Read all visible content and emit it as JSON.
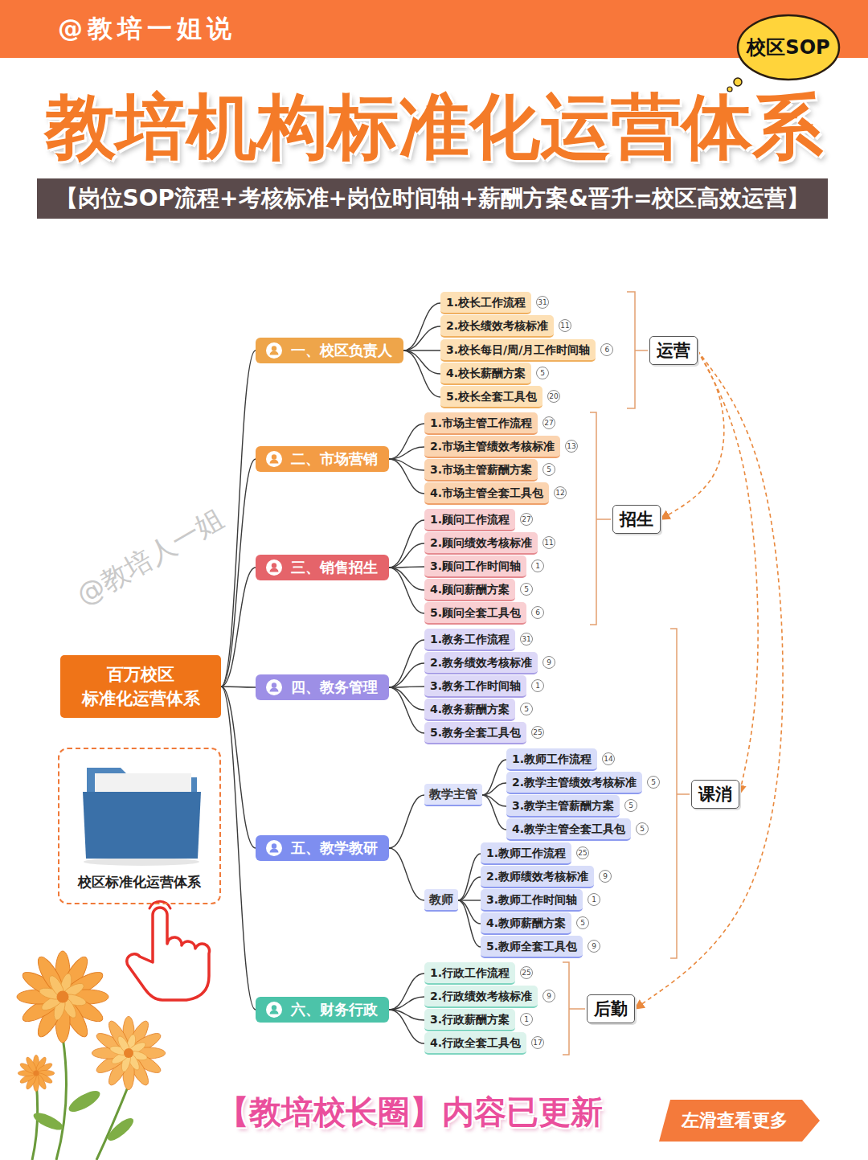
{
  "diagram": {
    "title": "教培机构标准化运营体系",
    "caption": "【教培校长圈】内容已更新",
    "nodes": [
      {
        "text": [
          "@教培一姐说"
        ]
      },
      {
        "text": [
          "校区SOP"
        ]
      },
      {
        "text": [
          "【岗位SOP流程+考核标准+岗位时间轴+薪酬方案&晋升=校区高效运营】"
        ]
      },
      {
        "text": [
          "百万校区 标准化运营体系"
        ]
      },
      {
        "text": [
          "一、校区负责人"
        ]
      },
      {
        "text": [
          "1.校长工作流程",
          "31"
        ]
      },
      {
        "text": [
          "2.校长绩效考核标准",
          "11"
        ]
      },
      {
        "text": [
          "3.校长每日/周/月工作时间轴",
          "6"
        ]
      },
      {
        "text": [
          "4.校长薪酬方案",
          "5"
        ]
      },
      {
        "text": [
          "5.校长全套工具包",
          "20"
        ]
      },
      {
        "text": [
          "二、市场营销"
        ]
      },
      {
        "text": [
          "1.市场主管工作流程",
          "27"
        ]
      },
      {
        "text": [
          "2.市场主管绩效考核标准",
          "13"
        ]
      },
      {
        "text": [
          "3.市场主管薪酬方案",
          "5"
        ]
      },
      {
        "text": [
          "4.市场主管全套工具包",
          "12"
        ]
      },
      {
        "text": [
          "三、销售招生"
        ]
      },
      {
        "text": [
          "1.顾问工作流程",
          "27"
        ]
      },
      {
        "text": [
          "2.顾问绩效考核标准",
          "11"
        ]
      },
      {
        "text": [
          "3.顾问工作时间轴",
          "1"
        ]
      },
      {
        "text": [
          "4.顾问薪酬方案",
          "5"
        ]
      },
      {
        "text": [
          "5.顾问全套工具包",
          "6"
        ]
      },
      {
        "text": [
          "四、教务管理"
        ]
      },
      {
        "text": [
          "1.教务工作流程",
          "31"
        ]
      },
      {
        "text": [
          "2.教务绩效考核标准",
          "9"
        ]
      },
      {
        "text": [
          "3.教务工作时间轴",
          "1"
        ]
      },
      {
        "text": [
          "4.教务薪酬方案",
          "5"
        ]
      },
      {
        "text": [
          "5.教务全套工具包",
          "25"
        ]
      },
      {
        "text": [
          "五、教学教研"
        ]
      },
      {
        "text": [
          "教学主管"
        ]
      },
      {
        "text": [
          "1.教师工作流程",
          "14"
        ]
      },
      {
        "text": [
          "2.教学主管绩效考核标准",
          "5"
        ]
      },
      {
        "text": [
          "3.教学主管薪酬方案",
          "5"
        ]
      },
      {
        "text": [
          "4.教学主管全套工具包",
          "5"
        ]
      },
      {
        "text": [
          "教师"
        ]
      },
      {
        "text": [
          "1.教师工作流程",
          "25"
        ]
      },
      {
        "text": [
          "2.教师绩效考核标准",
          "9"
        ]
      },
      {
        "text": [
          "3.教师工作时间轴",
          "1"
        ]
      },
      {
        "text": [
          "4.教师薪酬方案",
          "5"
        ]
      },
      {
        "text": [
          "5.教师全套工具包",
          "9"
        ]
      },
      {
        "text": [
          "六、财务行政"
        ]
      },
      {
        "text": [
          "1.行政工作流程",
          "25"
        ]
      },
      {
        "text": [
          "2.行政绩效考核标准",
          "9"
        ]
      },
      {
        "text": [
          "3.行政薪酬方案",
          "1"
        ]
      },
      {
        "text": [
          "4.行政全套工具包",
          "17"
        ]
      },
      {
        "text": [
          "运营"
        ]
      },
      {
        "text": [
          "招生"
        ]
      },
      {
        "text": [
          "课消"
        ]
      },
      {
        "text": [
          "后勤"
        ]
      },
      {
        "text": [
          "校区标准化运营体系"
        ]
      },
      {
        "text": [
          "左滑查看更多"
        ]
      }
    ],
    "edges": [
      {
        "from": 3,
        "to": 4,
        "arrow": "none"
      },
      {
        "from": 3,
        "to": 10,
        "arrow": "none"
      },
      {
        "from": 3,
        "to": 15,
        "arrow": "none"
      },
      {
        "from": 3,
        "to": 21,
        "arrow": "none"
      },
      {
        "from": 3,
        "to": 27,
        "arrow": "none"
      },
      {
        "from": 3,
        "to": 39,
        "arrow": "none"
      },
      {
        "from": 4,
        "to": 5,
        "arrow": "none"
      },
      {
        "from": 4,
        "to": 6,
        "arrow": "none"
      },
      {
        "from": 4,
        "to": 7,
        "arrow": "none"
      },
      {
        "from": 4,
        "to": 8,
        "arrow": "none"
      },
      {
        "from": 4,
        "to": 9,
        "arrow": "none"
      },
      {
        "from": 10,
        "to": 11,
        "arrow": "none"
      },
      {
        "from": 10,
        "to": 12,
        "arrow": "none"
      },
      {
        "from": 10,
        "to": 13,
        "arrow": "none"
      },
      {
        "from": 10,
        "to": 14,
        "arrow": "none"
      },
      {
        "from": 15,
        "to": 16,
        "arrow": "none"
      },
      {
        "from": 15,
        "to": 17,
        "arrow": "none"
      },
      {
        "from": 15,
        "to": 18,
        "arrow": "none"
      },
      {
        "from": 15,
        "to": 19,
        "arrow": "none"
      },
      {
        "from": 15,
        "to": 20,
        "arrow": "none"
      },
      {
        "from": 21,
        "to": 22,
        "arrow": "none"
      },
      {
        "from": 21,
        "to": 23,
        "arrow": "none"
      },
      {
        "from": 21,
        "to": 24,
        "arrow": "none"
      },
      {
        "from": 21,
        "to": 25,
        "arrow": "none"
      },
      {
        "from": 21,
        "to": 26,
        "arrow": "none"
      },
      {
        "from": 27,
        "to": 28,
        "arrow": "none"
      },
      {
        "from": 27,
        "to": 33,
        "arrow": "none"
      },
      {
        "from": 28,
        "to": 29,
        "arrow": "none"
      },
      {
        "from": 28,
        "to": 30,
        "arrow": "none"
      },
      {
        "from": 28,
        "to": 31,
        "arrow": "none"
      },
      {
        "from": 28,
        "to": 32,
        "arrow": "none"
      },
      {
        "from": 33,
        "to": 34,
        "arrow": "none"
      },
      {
        "from": 33,
        "to": 35,
        "arrow": "none"
      },
      {
        "from": 33,
        "to": 36,
        "arrow": "none"
      },
      {
        "from": 33,
        "to": 37,
        "arrow": "none"
      },
      {
        "from": 33,
        "to": 38,
        "arrow": "none"
      },
      {
        "from": 39,
        "to": 40,
        "arrow": "none"
      },
      {
        "from": 39,
        "to": 41,
        "arrow": "none"
      },
      {
        "from": 39,
        "to": 42,
        "arrow": "none"
      },
      {
        "from": 39,
        "to": 43,
        "arrow": "none"
      },
      {
        "from": 44,
        "to": 45,
        "arrow": "to"
      },
      {
        "from": 44,
        "to": 46,
        "arrow": "to"
      },
      {
        "from": 44,
        "to": 47,
        "arrow": "to"
      }
    ],
    "labels": [
      "@教培人一姐"
    ]
  }
}
